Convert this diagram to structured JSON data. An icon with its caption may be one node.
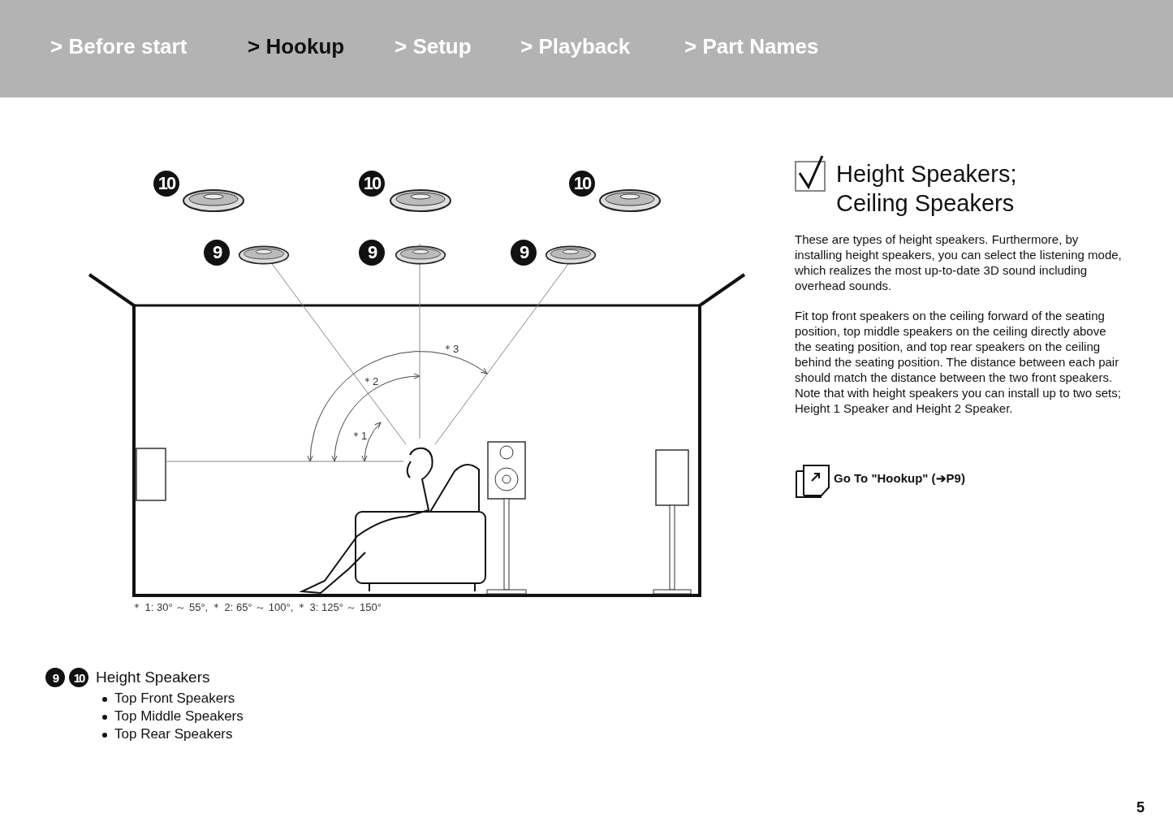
{
  "diagram": {
    "title": "Height Speakers; Ceiling Speakers",
    "labels": [
      "> Before start",
      "> Hookup",
      "> Setup",
      "> Playback",
      "> Part Names",
      "10",
      "10",
      "10",
      "9",
      "9",
      "9",
      "＊3",
      "＊2",
      "＊1",
      "＊ 1: 30° ～ 55°, ＊ 2: 65° ～ 100°, ＊ 3: 125° ～ 150°",
      "These are types of height speakers. Furthermore, by installing height speakers, you can select the listening mode, which realizes the most up-to-date 3D sound including overhead sounds.",
      "Fit top front speakers on the ceiling forward of the seating position, top middle speakers on the ceiling directly above the seating position, and top rear speakers on the ceiling behind the seating position. The distance between each pair should match the distance between the two front speakers. Note that with height speakers you can install up to two sets; Height 1 Speaker and Height 2 Speaker.",
      "Go To \"Hookup\" (➔P9)",
      "9",
      "10",
      "Height Speakers",
      "Top Front Speakers",
      "Top Middle Speakers",
      "Top Rear Speakers",
      "5"
    ]
  }
}
